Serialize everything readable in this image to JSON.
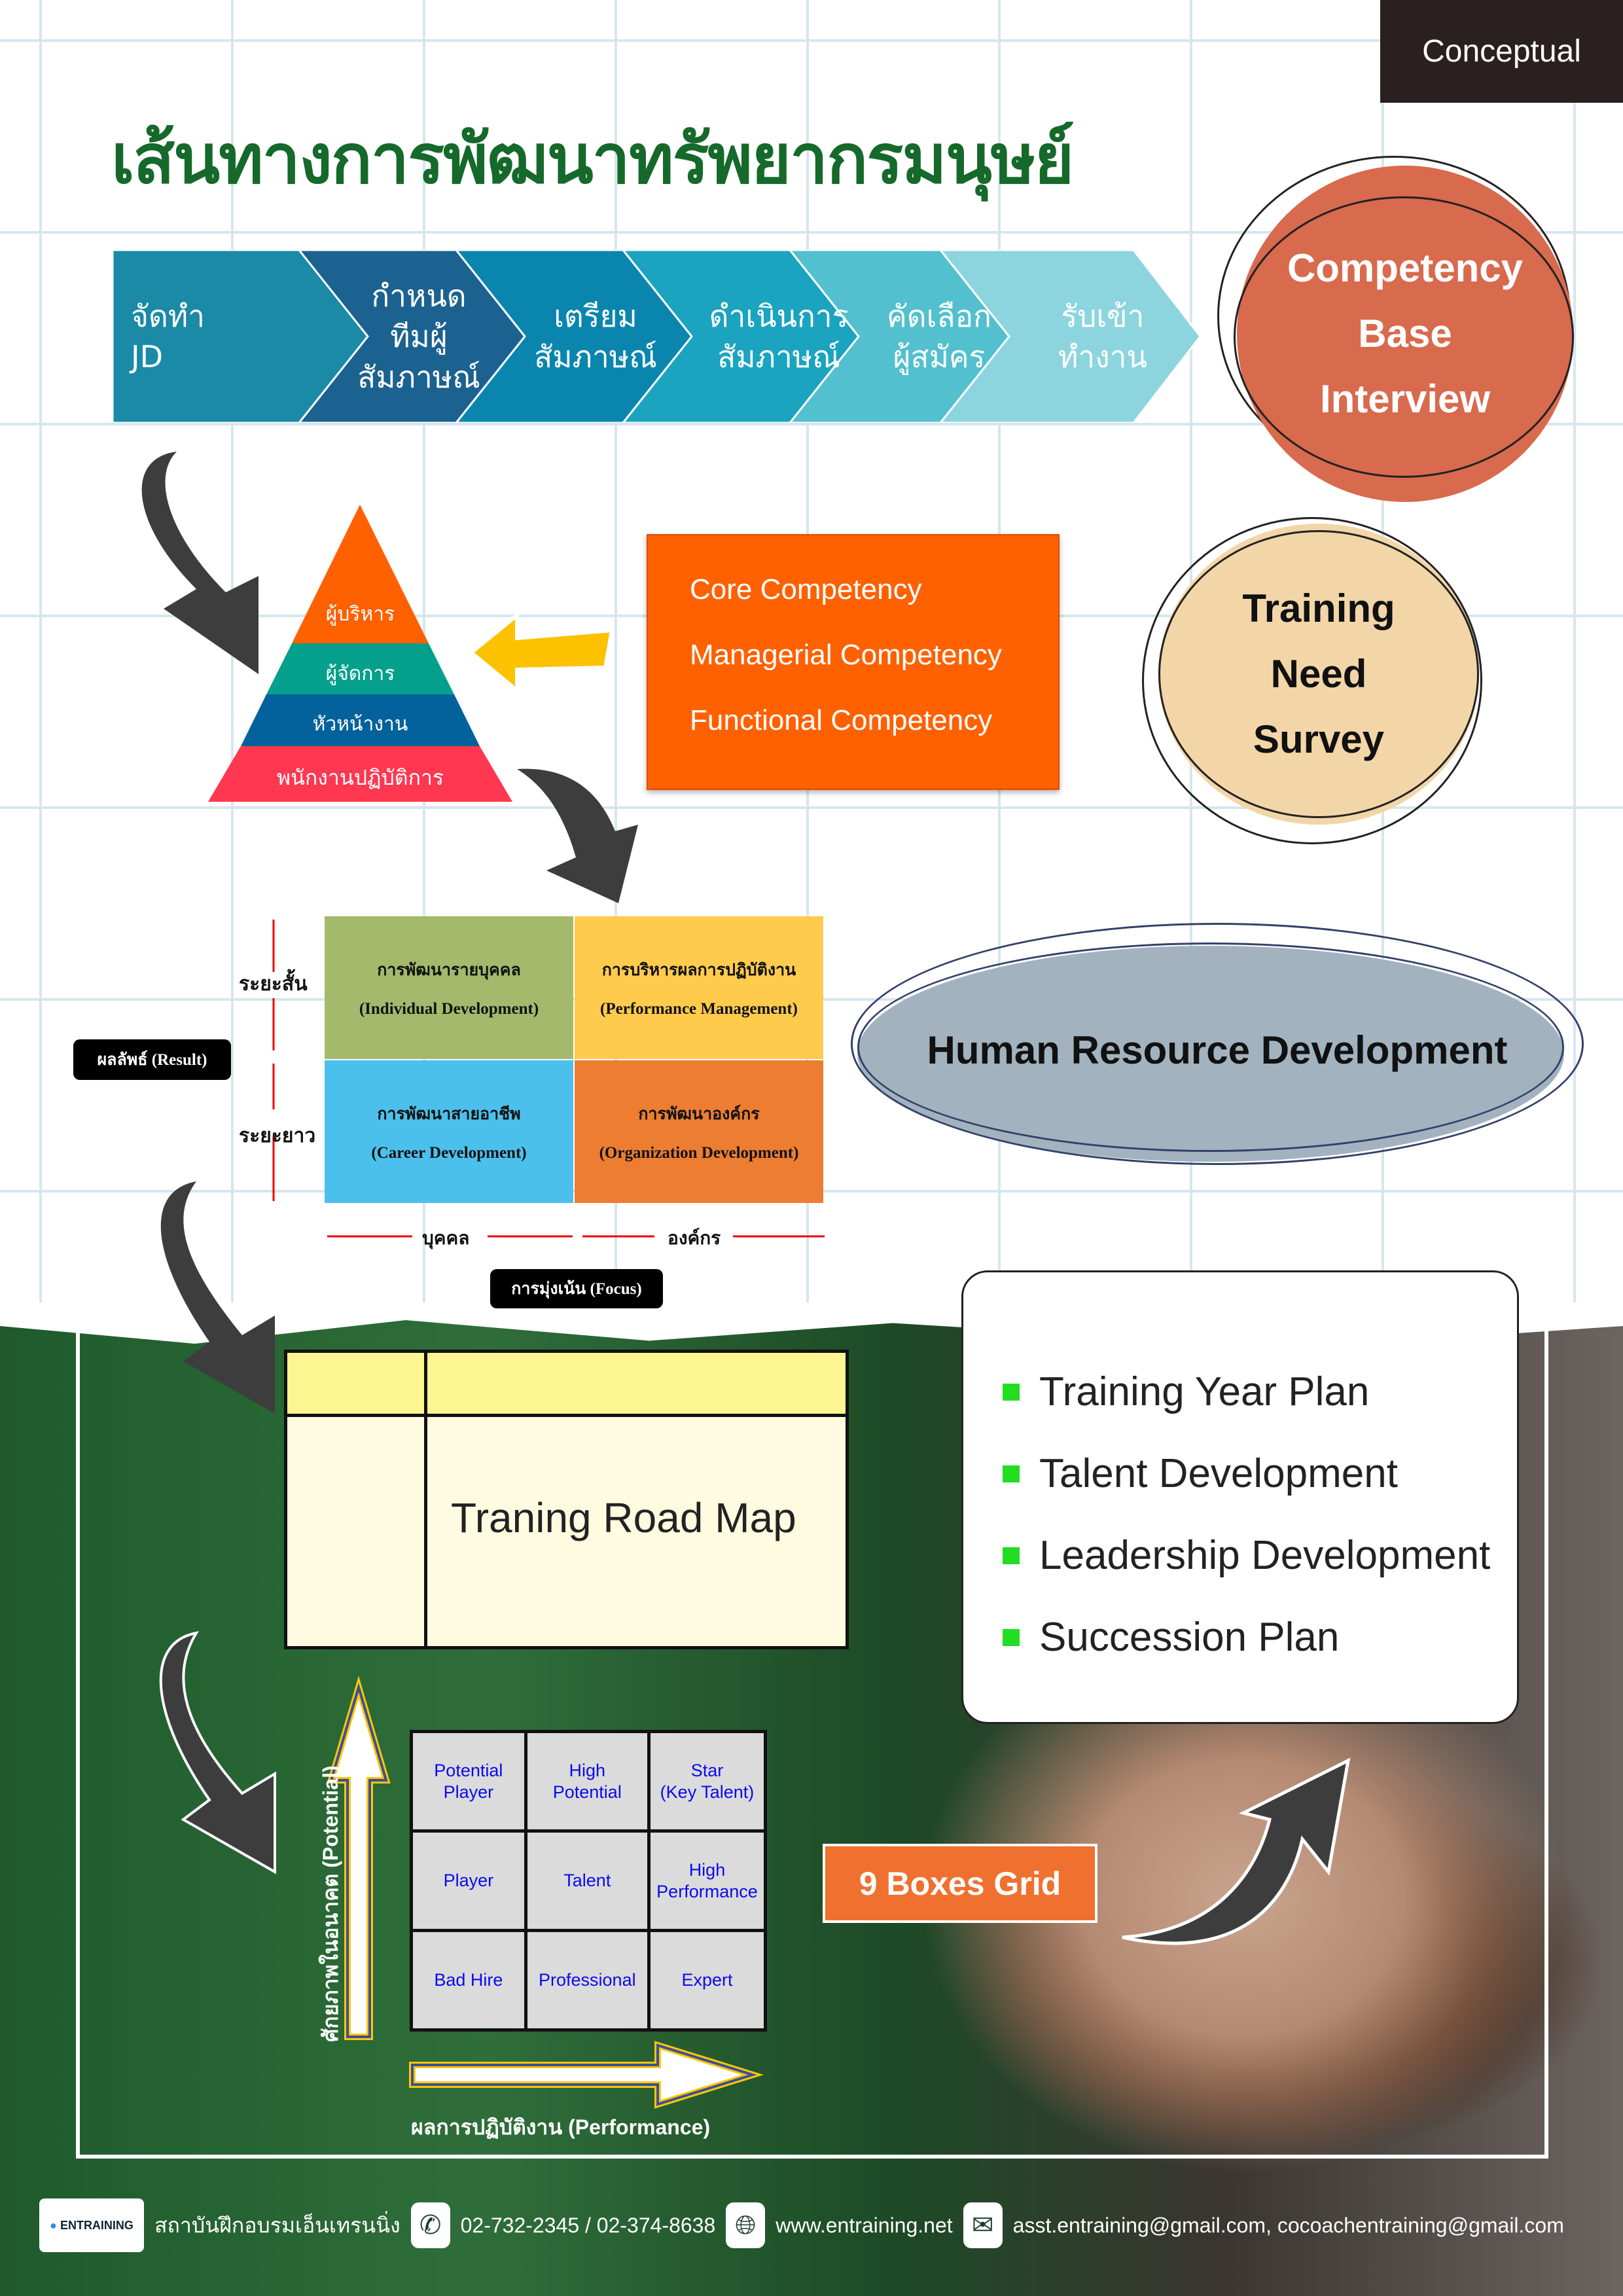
{
  "corner_tag": "Conceptual",
  "title": "เส้นทางการพัฒนาทรัพยากรมนุษย์",
  "process_steps": [
    {
      "line1": "จัดทำ",
      "line2": "JD",
      "line3": ""
    },
    {
      "line1": "กำหนด",
      "line2": "ทีมผู้",
      "line3": "สัมภาษณ์"
    },
    {
      "line1": "เตรียม",
      "line2": "สัมภาษณ์",
      "line3": ""
    },
    {
      "line1": "ดำเนินการ",
      "line2": "สัมภาษณ์",
      "line3": ""
    },
    {
      "line1": "คัดเลือก",
      "line2": "ผู้สมัคร",
      "line3": ""
    },
    {
      "line1": "รับเข้า",
      "line2": "ทำงาน",
      "line3": ""
    }
  ],
  "competency_interview": {
    "line1": "Competency",
    "line2": "Base",
    "line3": "Interview"
  },
  "pyramid": [
    "ผู้บริหาร",
    "ผู้จัดการ",
    "หัวหน้างาน",
    "พนักงานปฏิบัติการ"
  ],
  "competencies": [
    "Core Competency",
    "Managerial Competency",
    "Functional Competency"
  ],
  "training_need": {
    "line1": "Training",
    "line2": "Need",
    "line3": "Survey"
  },
  "matrix": {
    "cells": [
      {
        "th": "การพัฒนารายบุคคล",
        "en": "(Individual Development)"
      },
      {
        "th": "การบริหารผลการปฏิบัติงาน",
        "en": "(Performance Management)"
      },
      {
        "th": "การพัฒนาสายอาชีพ",
        "en": "(Career Development)"
      },
      {
        "th": "การพัฒนาองค์กร",
        "en": "(Organization Development)"
      }
    ],
    "short_term": "ระยะสั้น",
    "long_term": "ระยะยาว",
    "result_label": "ผลลัพธ์ (Result)",
    "individual": "บุคคล",
    "organization": "องค์กร",
    "focus_label": "การมุ่งเน้น (Focus)"
  },
  "hrd": "Human Resource Development",
  "road_map": "Traning Road Map",
  "plans": [
    "Training Year Plan",
    "Talent Development",
    "Leadership Development",
    "Succession Plan"
  ],
  "nine_box": {
    "cells": [
      "Potential\nPlayer",
      "High\nPotential",
      "Star\n(Key Talent)",
      "Player",
      "Talent",
      "High\nPerformance",
      "Bad Hire",
      "Professional",
      "Expert"
    ],
    "y_label": "ศักยภาพในอนาคต (Potential)",
    "x_label": "ผลการปฏิบัติงาน (Performance)",
    "badge": "9 Boxes Grid"
  },
  "footer": {
    "logo_text": "ENTRAINING",
    "institute": "สถาบันฝึกอบรมเอ็นเทรนนิ่ง",
    "phone": "02-732-2345 / 02-374-8638",
    "website": "www.entraining.net",
    "email": "asst.entraining@gmail.com, cocoachentraining@gmail.com"
  }
}
